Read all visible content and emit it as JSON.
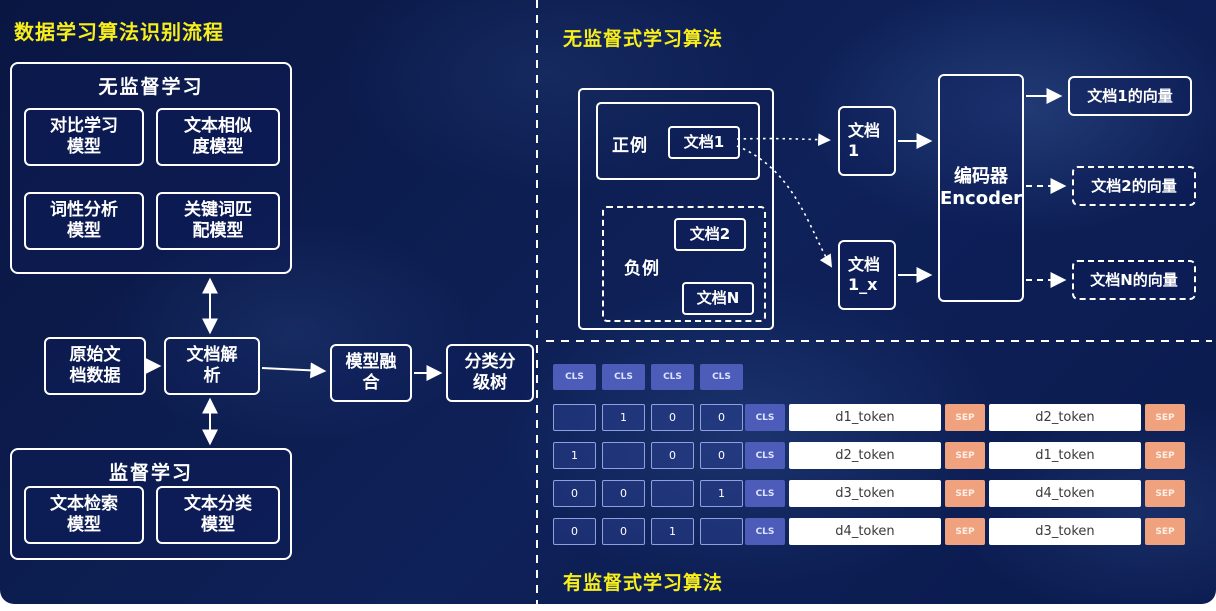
{
  "colors": {
    "background": "#0c1d52",
    "title": "#f7ee1c",
    "cls_chip": "#4c5cb8",
    "sep_chip": "#f0a27f",
    "box_border": "#ffffff"
  },
  "left_panel": {
    "title": "数据学习算法识别流程",
    "unsupervised": {
      "title": "无监督学习",
      "models": [
        "对比学习\n模型",
        "文本相似\n度模型",
        "词性分析\n模型",
        "关键词匹\n配模型"
      ]
    },
    "pipeline": {
      "raw_docs": "原始文\n档数据",
      "parse": "文档解\n析",
      "fusion": "模型融\n合",
      "tree": "分类分\n级树"
    },
    "supervised": {
      "title": "监督学习",
      "models": [
        "文本检索\n模型",
        "文本分类\n模型"
      ]
    }
  },
  "unsupervised_panel": {
    "title": "无监督式学习算法",
    "positive_label": "正例",
    "positive_doc": "文档1",
    "negative_label": "负例",
    "negative_docs": [
      "文档2",
      "文档N"
    ],
    "inputs": [
      "文档\n1",
      "文档\n1_x"
    ],
    "encoder": "编码器\nEncoder",
    "outputs": [
      "文档1的向量",
      "文档2的向量",
      "文档N的向量"
    ]
  },
  "supervised_panel": {
    "title": "有监督式学习算法",
    "cls_header": [
      "CLS",
      "CLS",
      "CLS",
      "CLS"
    ],
    "matrix": [
      [
        "",
        "1",
        "0",
        "0"
      ],
      [
        "1",
        "",
        "0",
        "0"
      ],
      [
        "0",
        "0",
        "",
        "1"
      ],
      [
        "0",
        "0",
        "1",
        ""
      ]
    ],
    "sequences": [
      [
        "CLS",
        "d1_token",
        "SEP",
        "d2_token",
        "SEP"
      ],
      [
        "CLS",
        "d2_token",
        "SEP",
        "d1_token",
        "SEP"
      ],
      [
        "CLS",
        "d3_token",
        "SEP",
        "d4_token",
        "SEP"
      ],
      [
        "CLS",
        "d4_token",
        "SEP",
        "d3_token",
        "SEP"
      ]
    ]
  }
}
